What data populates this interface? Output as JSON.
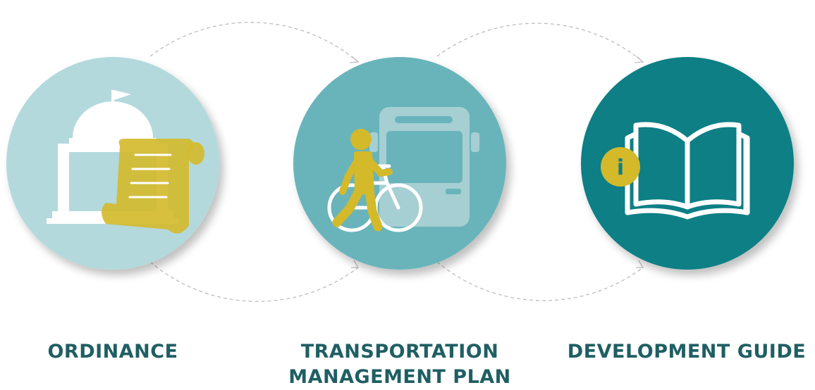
{
  "colors": {
    "circle_light": "#b3d9dc",
    "circle_mid": "#69b4ba",
    "circle_dark": "#0e7f85",
    "accent_gold": "#d4b92a",
    "label_text": "#1f5f63",
    "connector": "#bdbdbd"
  },
  "steps": [
    {
      "icon": "capitol-scroll-icon",
      "label_lines": [
        "ORDINANCE"
      ]
    },
    {
      "icon": "bus-pedestrian-bike-icon",
      "label_lines": [
        "TRANSPORTATION",
        "MANAGEMENT PLAN"
      ]
    },
    {
      "icon": "open-book-info-icon",
      "label_lines": [
        "DEVELOPMENT GUIDE"
      ],
      "badge": "i"
    }
  ]
}
